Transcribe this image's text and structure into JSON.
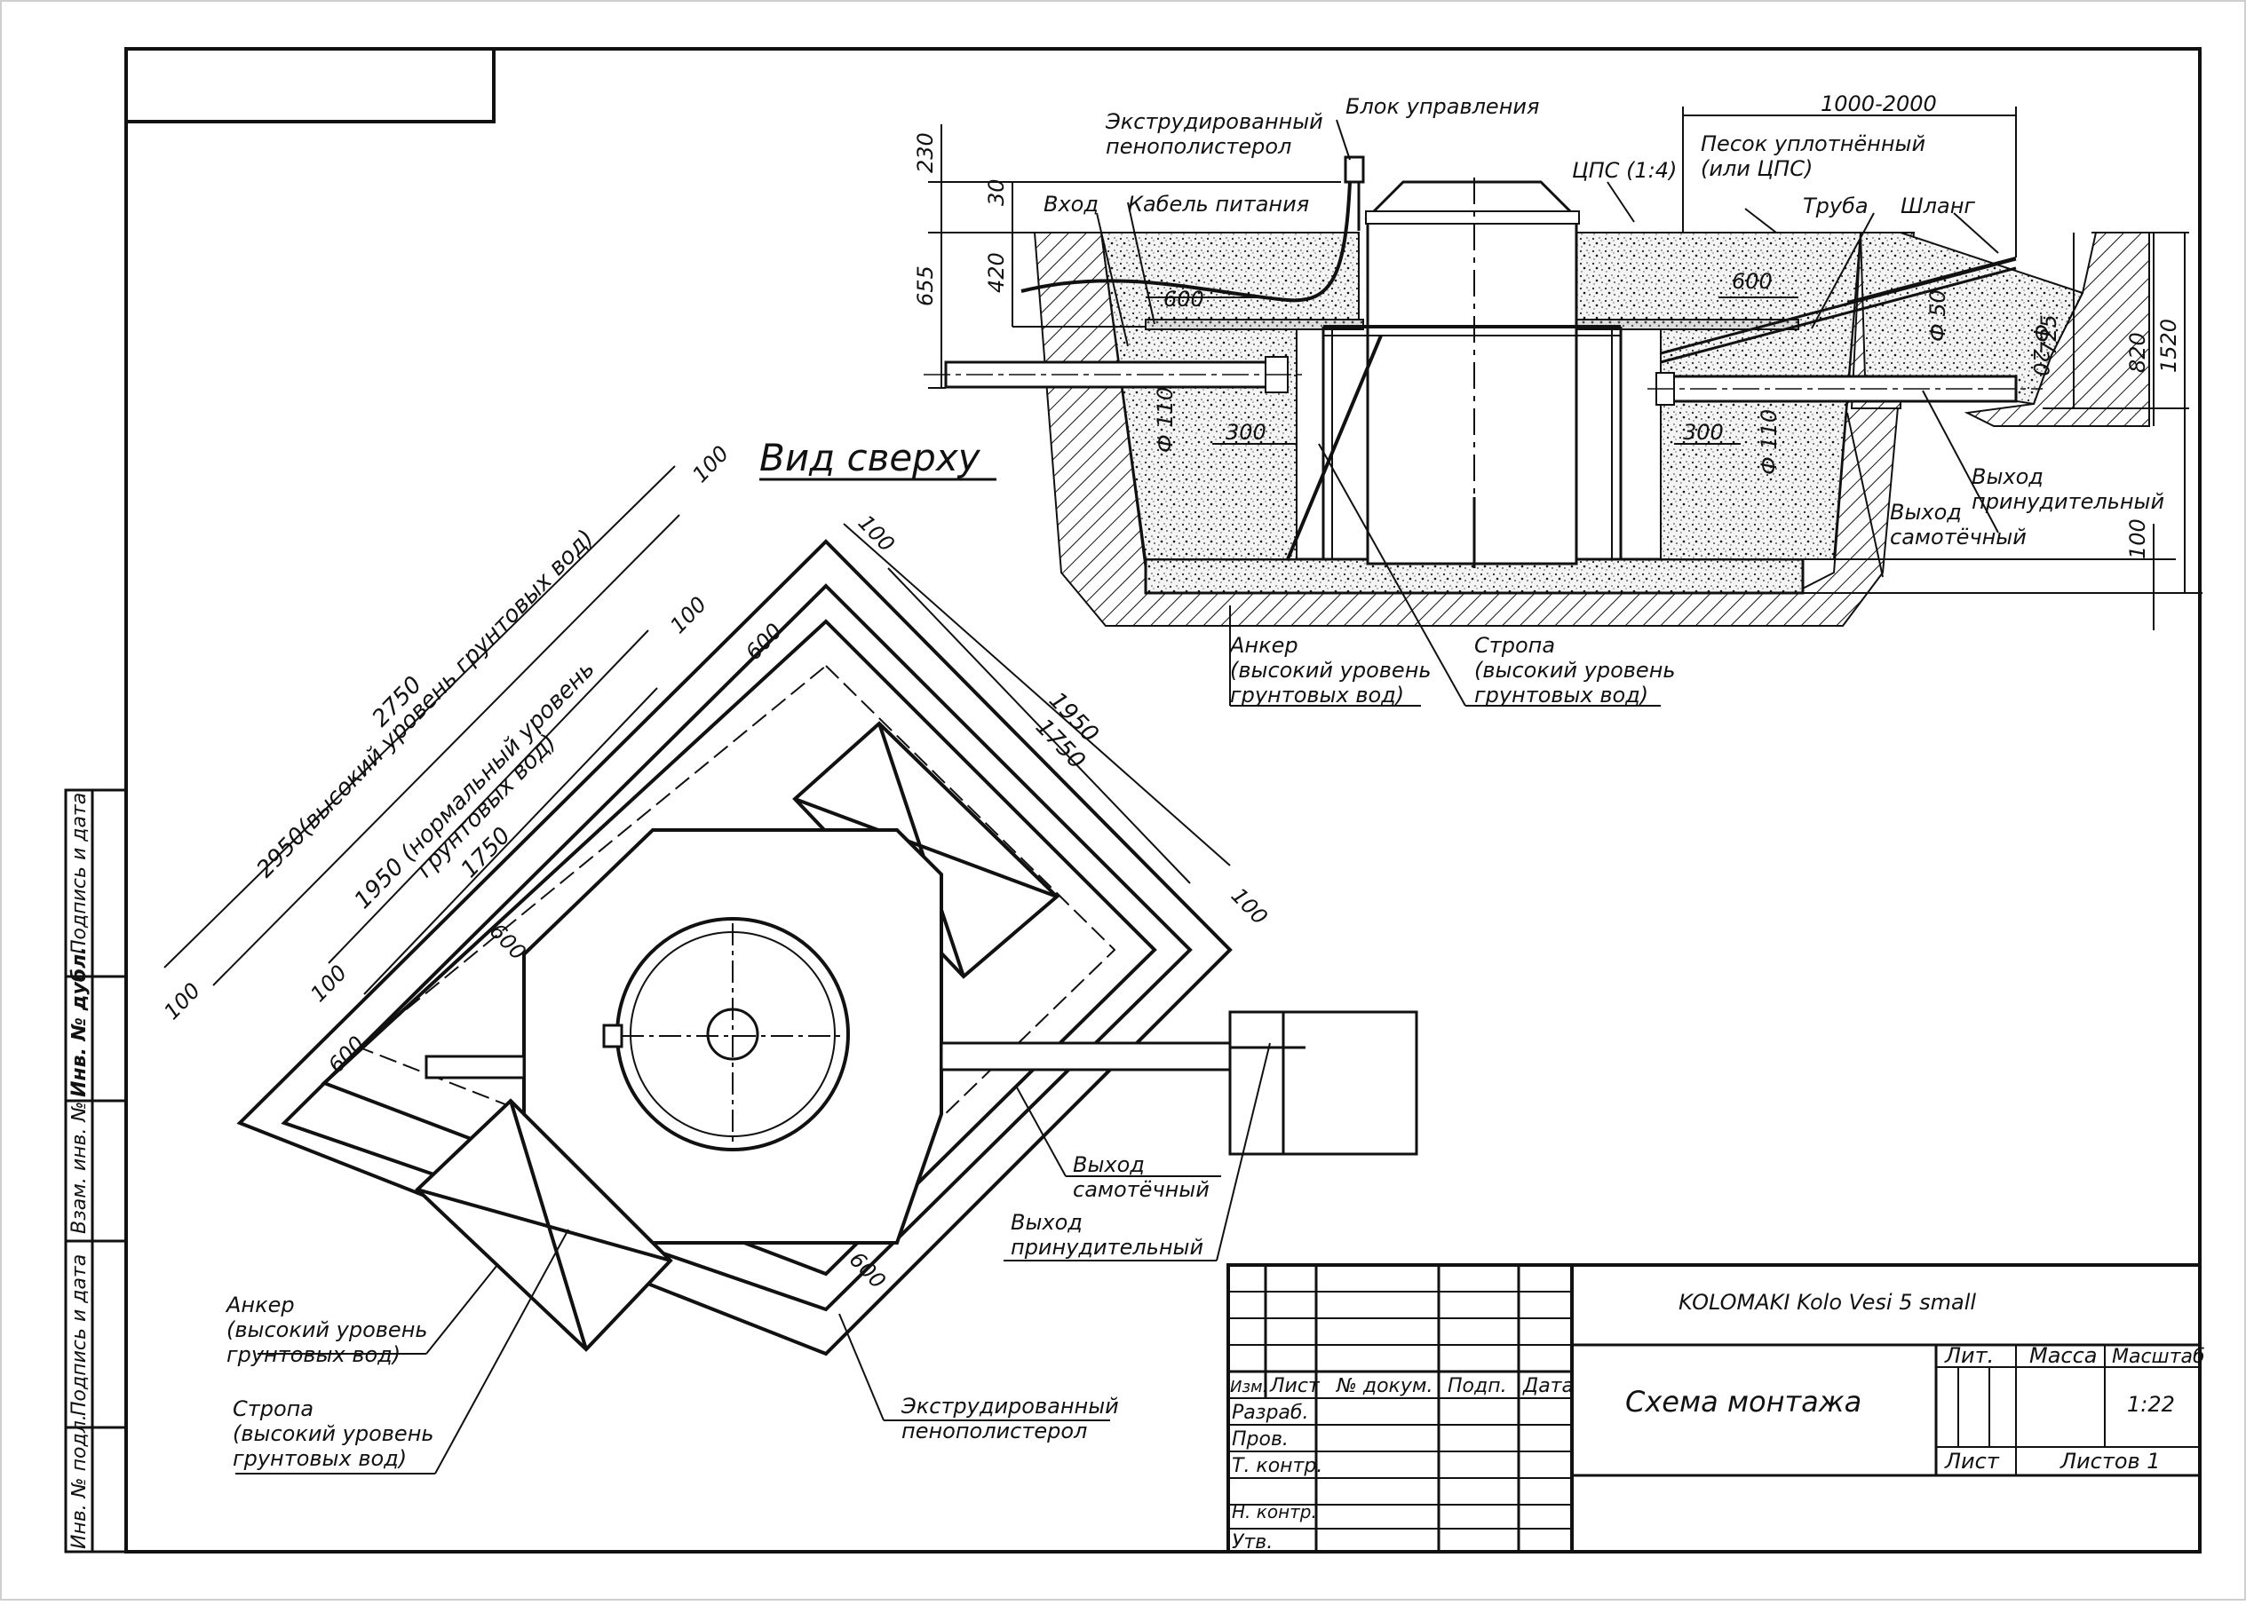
{
  "title_block": {
    "product": "KOLOMAKI Kolo Vesi 5 small",
    "drawing_title": "Схема монтажа",
    "header": {
      "izm": "Изм.",
      "list": "Лист",
      "doc_no": "№ докум.",
      "sign": "Подп.",
      "date": "Дата"
    },
    "roles": {
      "razrab": "Разраб.",
      "prov": "Пров.",
      "t_kontr": "Т. контр.",
      "n_kontr": "Н. контр.",
      "utv": "Утв."
    },
    "lit_label": "Лит.",
    "mass_label": "Масса",
    "scale_label": "Масштаб",
    "scale_value": "1:22",
    "sheet_label": "Лист",
    "sheets_label": "Листов 1"
  },
  "side_stamp": {
    "podp_data_1": "Подпись и дата",
    "inv_dubl": "Инв. № дубл.",
    "vzam_inv": "Взам. инв. №",
    "podp_data_2": "Подпись и дата",
    "inv_podl": "Инв. № подл."
  },
  "section_view": {
    "label_extruded_foam": "Экструдированный\nпенополистерол",
    "label_control_unit": "Блок управления",
    "label_inlet": "Вход",
    "label_power_cable": "Кабель питания",
    "label_cps": "ЦПС (1:4)",
    "label_sand": "Песок уплотнённый\n(или ЦПС)",
    "label_pipe": "Труба",
    "label_hose": "Шланг",
    "label_forced_outlet": "Выход\nпринудительный",
    "label_gravity_outlet": "Выход\nсамотёчный",
    "label_anchor": "Анкер\n(высокий уровень\nгрунтовых вод)",
    "label_sling": "Стропа\n(высокий уровень\nгрунтовых вод)",
    "dims": {
      "d230": "230",
      "d30": "30",
      "d655": "655",
      "d420": "420",
      "d600a": "600",
      "d600b": "600",
      "d300a": "300",
      "d300b": "300",
      "phi110a": "Ф 110",
      "phi110b": "Ф 110",
      "phi50": "Ф 50",
      "phi20": "Ф 20",
      "d1000_2000": "1000-2000",
      "d725": "725",
      "d820": "820",
      "d1520": "1520",
      "d100": "100"
    }
  },
  "top_view": {
    "title": "Вид сверху",
    "label_gravity_outlet": "Выход\nсамотёчный",
    "label_forced_outlet": "Выход\nпринудительный",
    "label_anchor": "Анкер\n(высокий уровень\nгрунтовых вод)",
    "label_sling": "Стропа\n(высокий уровень\nгрунтовых вод)",
    "label_extruded_foam": "Экструдированный\nпенополистерол",
    "dims": {
      "d2950": "2950(высокий уровень грунтовых вод)",
      "d2750": "2750",
      "d1950n": "1950 (нормальный уровень",
      "d1950n_2": "грунтовых вод)",
      "d1750": "1750",
      "d1950": "1950",
      "d1750b": "1750",
      "d100a": "100",
      "d100b": "100",
      "d100c": "100",
      "d100d": "100",
      "d100e": "100",
      "d100f": "100",
      "d600a": "600",
      "d600b": "600",
      "d600c": "600",
      "d600d": "600"
    }
  }
}
